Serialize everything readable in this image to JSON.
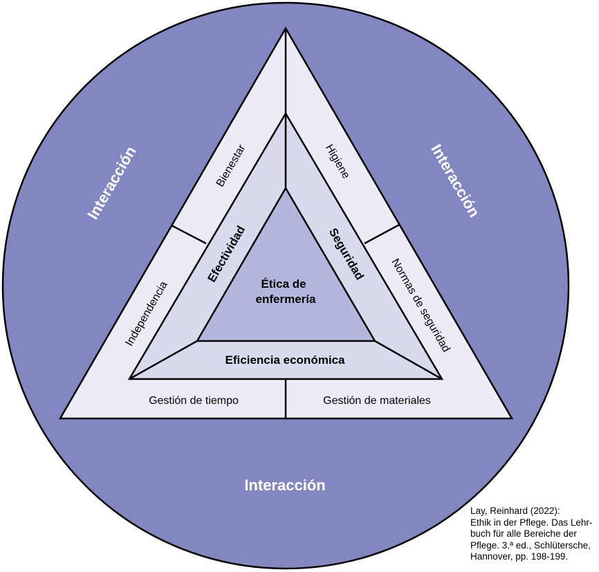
{
  "colors": {
    "circle_fill": "#8287c1",
    "outer_band_fill": "#ececf6",
    "middle_band_fill": "#d9daee",
    "core_fill": "#b4b7dd",
    "stroke": "#000000"
  },
  "outer_ring": {
    "left_label": "Interacción",
    "right_label": "Interacción",
    "bottom_label": "Interacción"
  },
  "outer_band": {
    "left_upper": "Bienestar",
    "left_lower": "Independencia",
    "right_upper": "Higiene",
    "right_lower": "Normas de seguridad",
    "bottom_left": "Gestión de tiempo",
    "bottom_right": "Gestión de materiales"
  },
  "middle_band": {
    "left": "Efectividad",
    "right": "Seguridad",
    "bottom": "Eficiencia económica"
  },
  "core": {
    "line1": "Ética de",
    "line2": "enfermería"
  },
  "citation": "Lay, Reinhard (2022):\nEthik in der Pflege. Das Lehr-\nbuch für alle Bereiche der\nPflege. 3.ª ed., Schlütersche,\nHannover, pp. 198-199."
}
